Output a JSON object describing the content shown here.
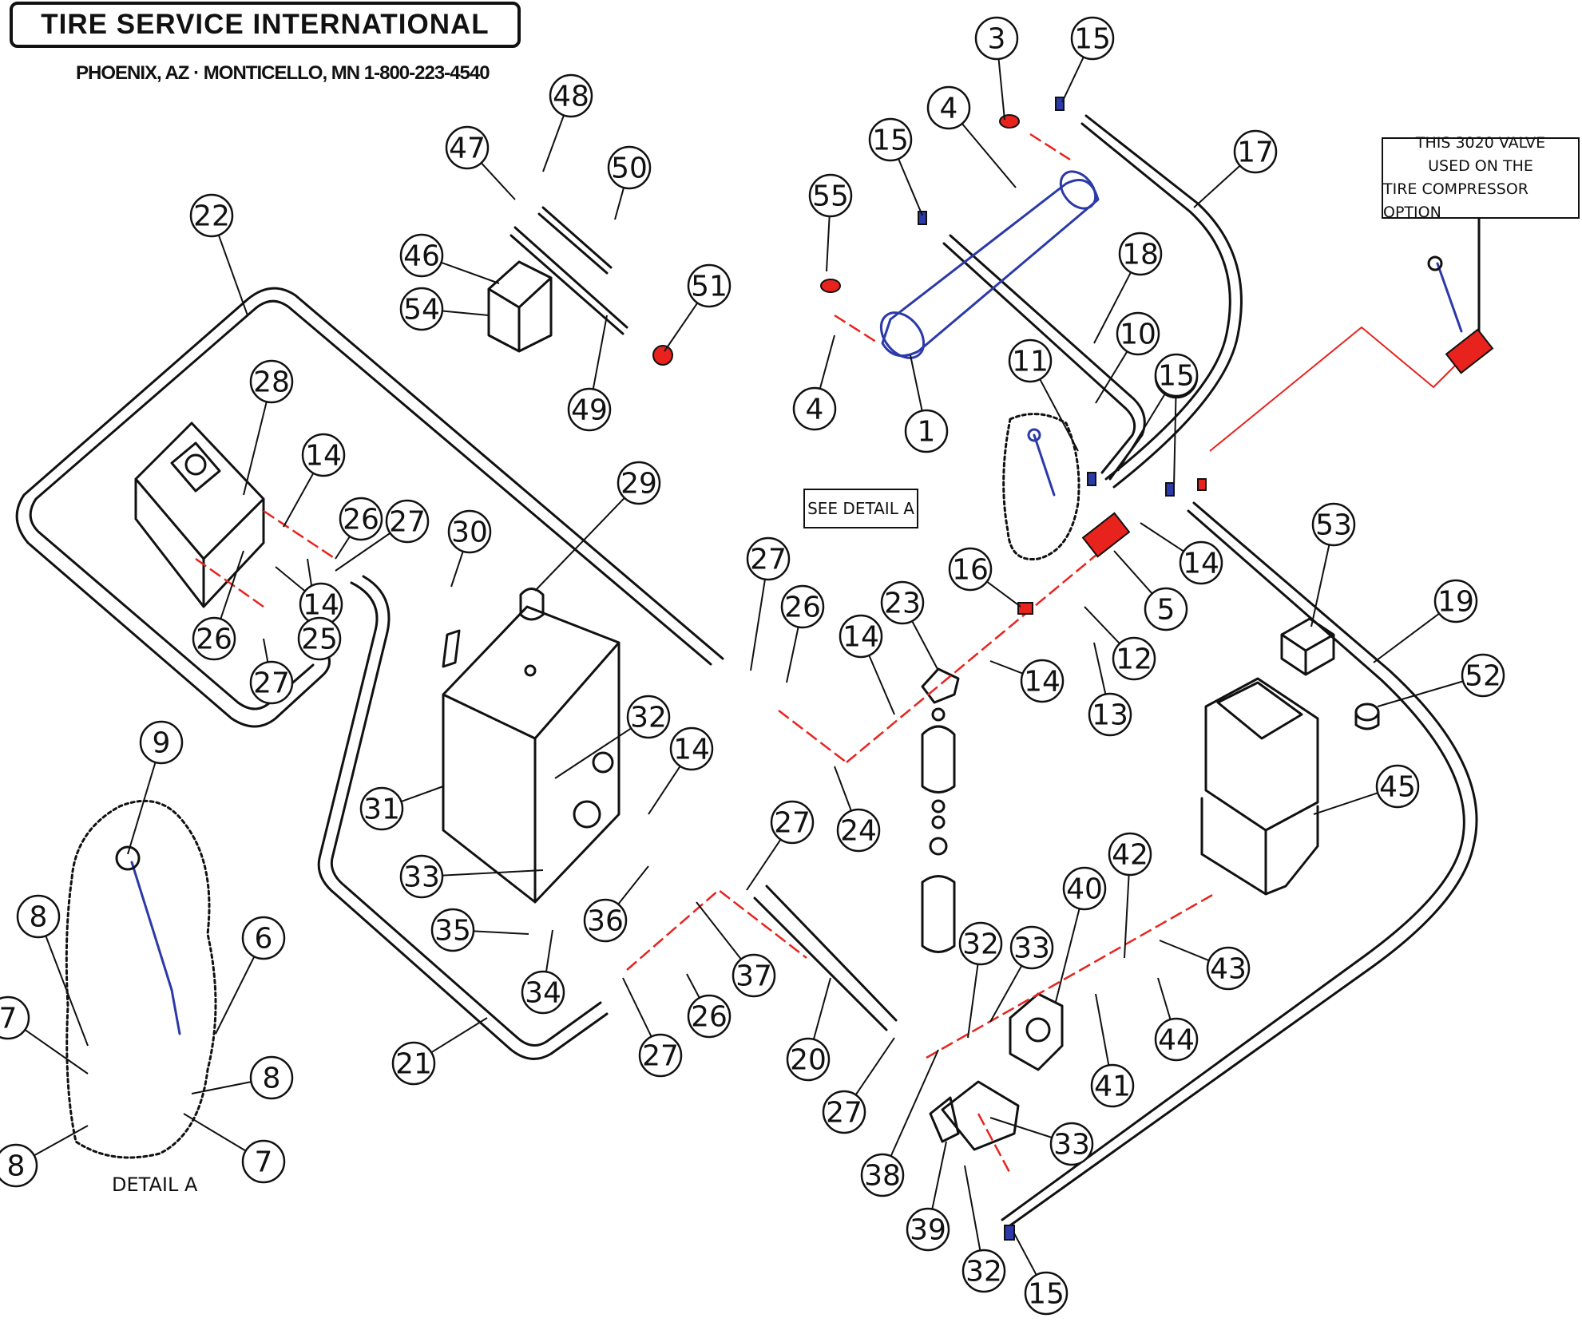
{
  "header": {
    "company": "TIRE SERVICE INTERNATIONAL",
    "contact": "PHOENIX, AZ  · MONTICELLO, MN   1-800-223-4540"
  },
  "notes": {
    "valve_line1": "THIS 3020 VALVE",
    "valve_line2": "USED ON THE",
    "valve_line3": "TIRE COMPRESSOR OPTION",
    "see_detail": "SEE DETAIL A",
    "detail_label": "DETAIL A"
  },
  "colors": {
    "line": "#111111",
    "hydraulic_path": "#e8231e",
    "cylinder": "#2b3aa8",
    "fitting_blue": "#2b3aa8"
  },
  "callouts": [
    "1",
    "3",
    "4",
    "4",
    "5",
    "6",
    "7",
    "7",
    "8",
    "8",
    "8",
    "9",
    "10",
    "11",
    "12",
    "13",
    "14",
    "14",
    "14",
    "14",
    "14",
    "14",
    "15",
    "15",
    "15",
    "15",
    "15",
    "16",
    "17",
    "18",
    "19",
    "20",
    "21",
    "22",
    "23",
    "24",
    "25",
    "26",
    "26",
    "26",
    "26",
    "27",
    "27",
    "27",
    "27",
    "27",
    "27",
    "28",
    "29",
    "30",
    "31",
    "32",
    "32",
    "32",
    "33",
    "33",
    "33",
    "34",
    "35",
    "36",
    "37",
    "38",
    "39",
    "40",
    "41",
    "42",
    "43",
    "44",
    "45",
    "46",
    "47",
    "48",
    "49",
    "50",
    "51",
    "52",
    "53",
    "54",
    "55"
  ]
}
